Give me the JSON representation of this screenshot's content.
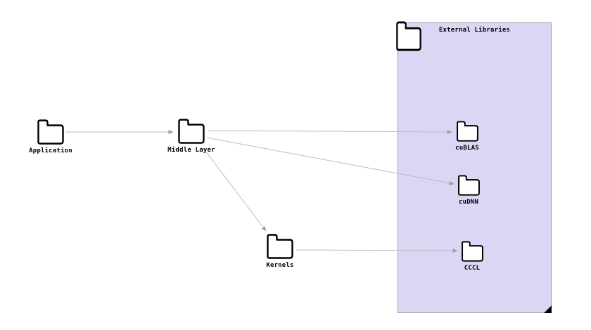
{
  "diagram": {
    "background_color": "#ffffff",
    "edge_color": "#bdbdbd",
    "arrow_color": "#9e9e9e",
    "text_color": "#000000",
    "group": {
      "label": "External Libraries",
      "fill_color": "#dad7f4",
      "border_color": "#9b9ba3",
      "fold_color": "#000000",
      "icon": "folder-icon"
    },
    "nodes": [
      {
        "id": "application",
        "label": "Application",
        "icon": "folder-icon"
      },
      {
        "id": "middle-layer",
        "label": "Middle Layer",
        "icon": "folder-icon"
      },
      {
        "id": "kernels",
        "label": "Kernels",
        "icon": "folder-icon"
      },
      {
        "id": "cublas",
        "label": "cuBLAS",
        "icon": "folder-icon"
      },
      {
        "id": "cudnn",
        "label": "cuDNN",
        "icon": "folder-icon"
      },
      {
        "id": "cccl",
        "label": "CCCL",
        "icon": "folder-icon"
      }
    ],
    "edges": [
      {
        "from": "application",
        "to": "middle-layer"
      },
      {
        "from": "middle-layer",
        "to": "cublas"
      },
      {
        "from": "middle-layer",
        "to": "cudnn"
      },
      {
        "from": "middle-layer",
        "to": "kernels"
      },
      {
        "from": "kernels",
        "to": "cccl"
      }
    ]
  }
}
